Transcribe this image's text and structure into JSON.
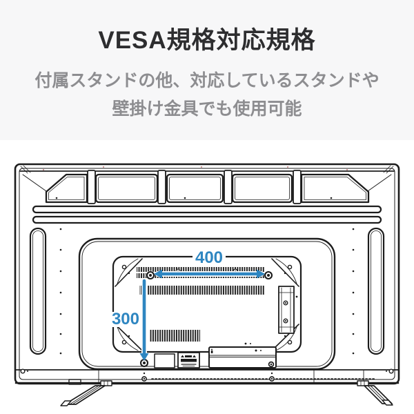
{
  "page": {
    "background_top": "#f7f7f8",
    "background_bottom": "#ffffff"
  },
  "header": {
    "title": "VESA規格対応規格",
    "subtitle_line1": "付属スタンドの他、対応しているスタンドや",
    "subtitle_line2": "壁掛け金具でも使用可能"
  },
  "diagram": {
    "accent_color": "#2e86c1",
    "line_color": "#1c1c1c",
    "vesa_width_mm": "400",
    "vesa_height_mm": "300"
  }
}
